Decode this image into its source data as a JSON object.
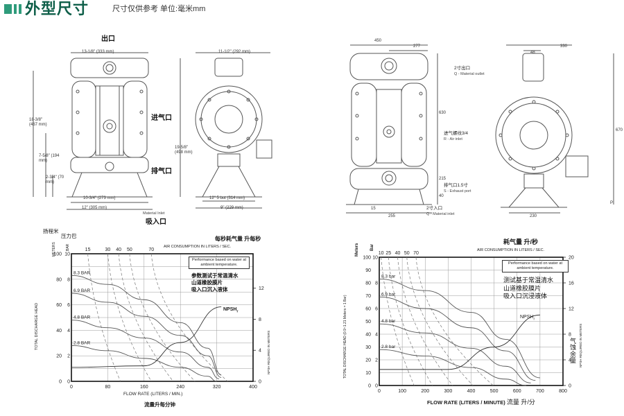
{
  "header": {
    "title": "外型尺寸",
    "subtitle": "尺寸仅供参考 单位:毫米mm"
  },
  "left_drawing": {
    "dims": {
      "top_width": "13-1/8\" (333 mm)",
      "side_width": "11-1/2\" (292 mm)",
      "height_total": "18-3/8\" (467 mm)",
      "height_mid": "7-5/8\" (194 mm)",
      "height_low": "2-3/4\" (70 mm)",
      "base_half": "10-3/4\" (273 mm)",
      "base_total": "12\" (305 mm)",
      "side_height": "19-5/8\" (498 mm)",
      "side_base_inner": "12\" 5 but (314 mm)",
      "side_base": "9\" (229 mm)",
      "material_inlet_en": "Material Inlet"
    },
    "labels": {
      "outlet": "出口",
      "air_inlet": "进气口",
      "exhaust": "排气口",
      "suction": "吸入口"
    }
  },
  "right_drawing": {
    "dims": {
      "d450": "450",
      "d277": "277",
      "d630": "630",
      "d215": "215",
      "d40": "40",
      "d15": "15",
      "d255": "255",
      "d48": "48",
      "d330": "330",
      "d670": "670",
      "d230": "230",
      "dP": "P"
    },
    "labels": {
      "outlet_cn": "2寸出口",
      "outlet_en": "Q - Material outlet",
      "air_cn": "进气螺纹3/4",
      "air_en": "R - Air inlet",
      "exhaust_cn": "排气口1.5寸",
      "exhaust_en": "S - Exhaust port",
      "inlet_cn": "2寸入口",
      "inlet_en": "Q - Material inlet"
    }
  },
  "chart_left": {
    "top_cn_left": "扬程米",
    "top_cn_right": "压力巴",
    "unit_meters": "METERS",
    "unit_bar": "BAR",
    "air_cn": "每秒耗气量  升每秒",
    "air_en": "AIR CONSUMPTION IN LITERS / SEC.",
    "ylabel": "TOTAL DISCHARGE HEAD",
    "xlabel": "FLOW RATE (LITERS / MIN.)",
    "xlabel_cn": "流量升每分钟",
    "right_axis_label": "NPSH REQUIRED IN METERS",
    "note": "Performance based on water at ambient temperature.",
    "cn_note": [
      "参数测试于常温清水",
      "山道橡胶膜片",
      "吸入口沉入液体"
    ],
    "npsh_label": "NPSH",
    "npsh_sub": "r",
    "pressure_labels": [
      "8.3 BAR",
      "6.9 BAR",
      "4.8 BAR",
      "2.8 BAR"
    ],
    "y_ticks_m": [
      "100",
      "80",
      "60",
      "40",
      "20",
      "0"
    ],
    "y_ticks_bar": [
      "10",
      "8",
      "6",
      "4",
      "2",
      "0"
    ],
    "x_ticks": [
      "0",
      "80",
      "160",
      "240",
      "320",
      "400"
    ],
    "air_ticks": [
      "15",
      "30",
      "40",
      "50",
      "70"
    ],
    "npsh_ticks": [
      "12",
      "8",
      "4",
      "0"
    ]
  },
  "chart_right": {
    "unit_meters": "Meters",
    "unit_bar": "Bar",
    "air_cn": "耗气量  升/秒",
    "air_en": "AIR CONSUMPTION IN LITERS / SEC.",
    "ylabel": "TOTAL DISCHARGE HEAD (0.9~1.21 Meters = 1 Bar)",
    "xlabel": "FLOW RATE (LITERS / MINUTE)",
    "xlabel_cn": "流量 升/分",
    "right_axis_label": "NPSH REQUIRED IN METERS",
    "right_axis_cn": "气蚀余量",
    "note": "Performance based on water at ambient temperature.",
    "cn_note": [
      "测试基于常温清水",
      "山道橡胶膜片",
      "吸入口沉浸液体"
    ],
    "npsh_label": "NPSH",
    "npsh_sub": "r",
    "pressure_labels": [
      "8.3 bar",
      "6.9 bar",
      "4.8 bar",
      "2.8 bar"
    ],
    "y_ticks_m": [
      "100",
      "90",
      "80",
      "70",
      "60",
      "50",
      "40",
      "30",
      "20",
      "10",
      "0"
    ],
    "y_ticks_bar": [
      "10",
      "8",
      "6",
      "4",
      "2",
      "0"
    ],
    "x_ticks": [
      "0",
      "100",
      "200",
      "300",
      "400",
      "500",
      "600",
      "700",
      "800"
    ],
    "air_ticks": [
      "10",
      "25",
      "40",
      "50",
      "70"
    ],
    "npsh_ticks": [
      "20",
      "16",
      "12",
      "8",
      "4",
      "0"
    ]
  },
  "chart_data": [
    {
      "type": "line",
      "xlabel": "FLOW RATE (LITERS / MIN.)",
      "ylabel": "TOTAL DISCHARGE HEAD",
      "xlim": [
        0,
        400
      ],
      "ylim": [
        0,
        100
      ],
      "grid": true,
      "series": [
        {
          "name": "8.3 BAR",
          "x": [
            0,
            80,
            160,
            240,
            300,
            330
          ],
          "y": [
            83,
            76,
            64,
            46,
            26,
            5
          ]
        },
        {
          "name": "6.9 BAR",
          "x": [
            0,
            80,
            160,
            240,
            300,
            330
          ],
          "y": [
            69,
            62,
            51,
            36,
            20,
            3
          ]
        },
        {
          "name": "4.8 BAR",
          "x": [
            0,
            80,
            160,
            240,
            300,
            325
          ],
          "y": [
            48,
            42,
            34,
            23,
            11,
            2
          ]
        },
        {
          "name": "2.8 BAR",
          "x": [
            0,
            80,
            160,
            240,
            300,
            320
          ],
          "y": [
            28,
            24,
            18,
            11,
            4,
            0
          ]
        },
        {
          "name": "NPSH",
          "x": [
            0,
            160,
            240,
            330
          ],
          "y": [
            1.8,
            2,
            5,
            9.6
          ]
        }
      ]
    },
    {
      "type": "line",
      "xlabel": "FLOW RATE (LITERS / MINUTE)",
      "ylabel": "TOTAL DISCHARGE HEAD (0.9~1.21 Meters = 1 Bar)",
      "xlim": [
        0,
        800
      ],
      "ylim": [
        0,
        100
      ],
      "grid": true,
      "series": [
        {
          "name": "8.3 bar",
          "x": [
            0,
            200,
            400,
            550,
            700
          ],
          "y": [
            83,
            74,
            57,
            36,
            6
          ]
        },
        {
          "name": "6.9 bar",
          "x": [
            0,
            200,
            400,
            550,
            680
          ],
          "y": [
            69,
            60,
            45,
            27,
            4
          ]
        },
        {
          "name": "4.8 bar",
          "x": [
            0,
            200,
            400,
            550,
            660
          ],
          "y": [
            48,
            41,
            29,
            15,
            2
          ]
        },
        {
          "name": "2.8 bar",
          "x": [
            0,
            200,
            400,
            550,
            640
          ],
          "y": [
            28,
            23,
            14,
            5,
            0
          ]
        },
        {
          "name": "NPSH",
          "x": [
            0,
            300,
            500,
            700
          ],
          "y": [
            2.5,
            2.5,
            6,
            11
          ]
        }
      ]
    }
  ]
}
